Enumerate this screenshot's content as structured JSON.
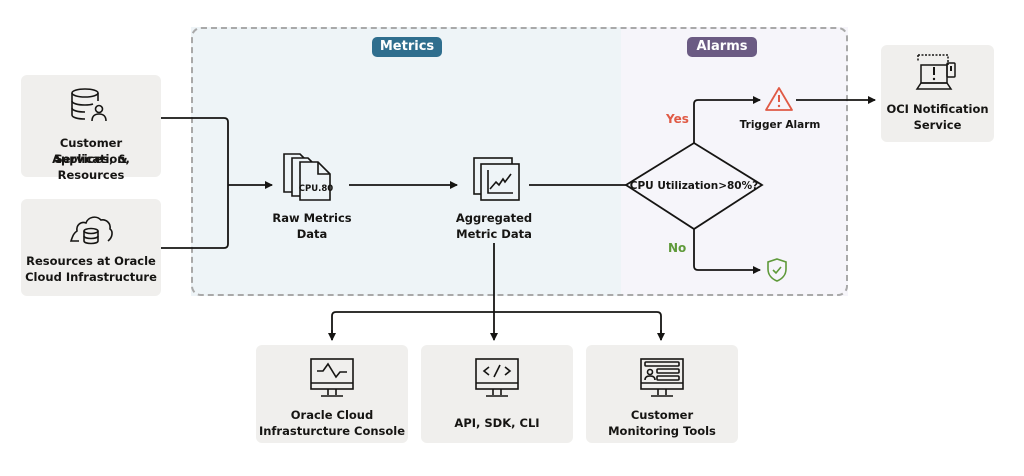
{
  "regions": {
    "metrics": {
      "label": "Metrics",
      "color": "#2f6e8e",
      "background": "#eef4f7"
    },
    "alarms": {
      "label": "Alarms",
      "color": "#6b5b83",
      "background": "#f6f5fa"
    }
  },
  "sources": [
    {
      "label_line1": "Customer Application,",
      "label_line2": "Services, & Resources",
      "icon": "database-user-icon"
    },
    {
      "label_line1": "Resources at Oracle",
      "label_line2": "Cloud Infrastructure",
      "icon": "cloud-database-icon"
    }
  ],
  "raw_metrics": {
    "label_line1": "Raw Metrics",
    "label_line2": "Data",
    "doc_text": "CPU.80",
    "icon": "documents-icon"
  },
  "aggregated": {
    "label_line1": "Aggregated",
    "label_line2": "Metric Data",
    "icon": "chart-documents-icon"
  },
  "decision": {
    "label": "CPU Utilization>80%?",
    "yes_label": "Yes",
    "no_label": "No",
    "yes_color": "#e05a45",
    "no_color": "#5f9a3a"
  },
  "trigger_alarm": {
    "label": "Trigger Alarm",
    "icon": "warning-triangle-icon"
  },
  "ok_state": {
    "icon": "shield-check-icon"
  },
  "notification": {
    "label_line1": "OCI  Notification",
    "label_line2": "Service",
    "icon": "laptop-alert-icon"
  },
  "consumers": [
    {
      "label_line1": "Oracle Cloud",
      "label_line2": "Infrasturcture Console",
      "icon": "monitor-pulse-icon"
    },
    {
      "label_line1": "API, SDK, CLI",
      "label_line2": "",
      "icon": "monitor-code-icon"
    },
    {
      "label_line1": "Customer",
      "label_line2": "Monitoring Tools",
      "icon": "monitor-dashboard-icon"
    }
  ]
}
